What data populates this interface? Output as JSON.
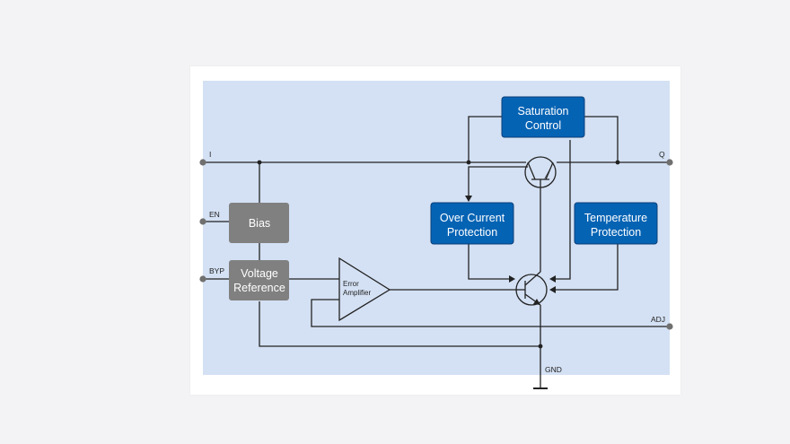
{
  "blocks": {
    "saturation_control": [
      "Saturation",
      "Control"
    ],
    "over_current_protection": [
      "Over Current",
      "Protection"
    ],
    "temperature_protection": [
      "Temperature",
      "Protection"
    ],
    "bias": [
      "Bias"
    ],
    "voltage_reference": [
      "Voltage",
      "Reference"
    ],
    "error_amplifier": [
      "Error",
      "Amplifier"
    ]
  },
  "pins": {
    "input": "I",
    "output": "Q",
    "enable": "EN",
    "bypass": "BYP",
    "adjust": "ADJ",
    "ground": "GND"
  },
  "colors": {
    "page_background": "#f3f2f4",
    "diagram_background": "#d4e1f4",
    "control_block": "#0563b4",
    "control_block_border": "#0a3e78",
    "reference_block": "#808080",
    "wire": "#222222",
    "pin_dot": "#707070"
  }
}
